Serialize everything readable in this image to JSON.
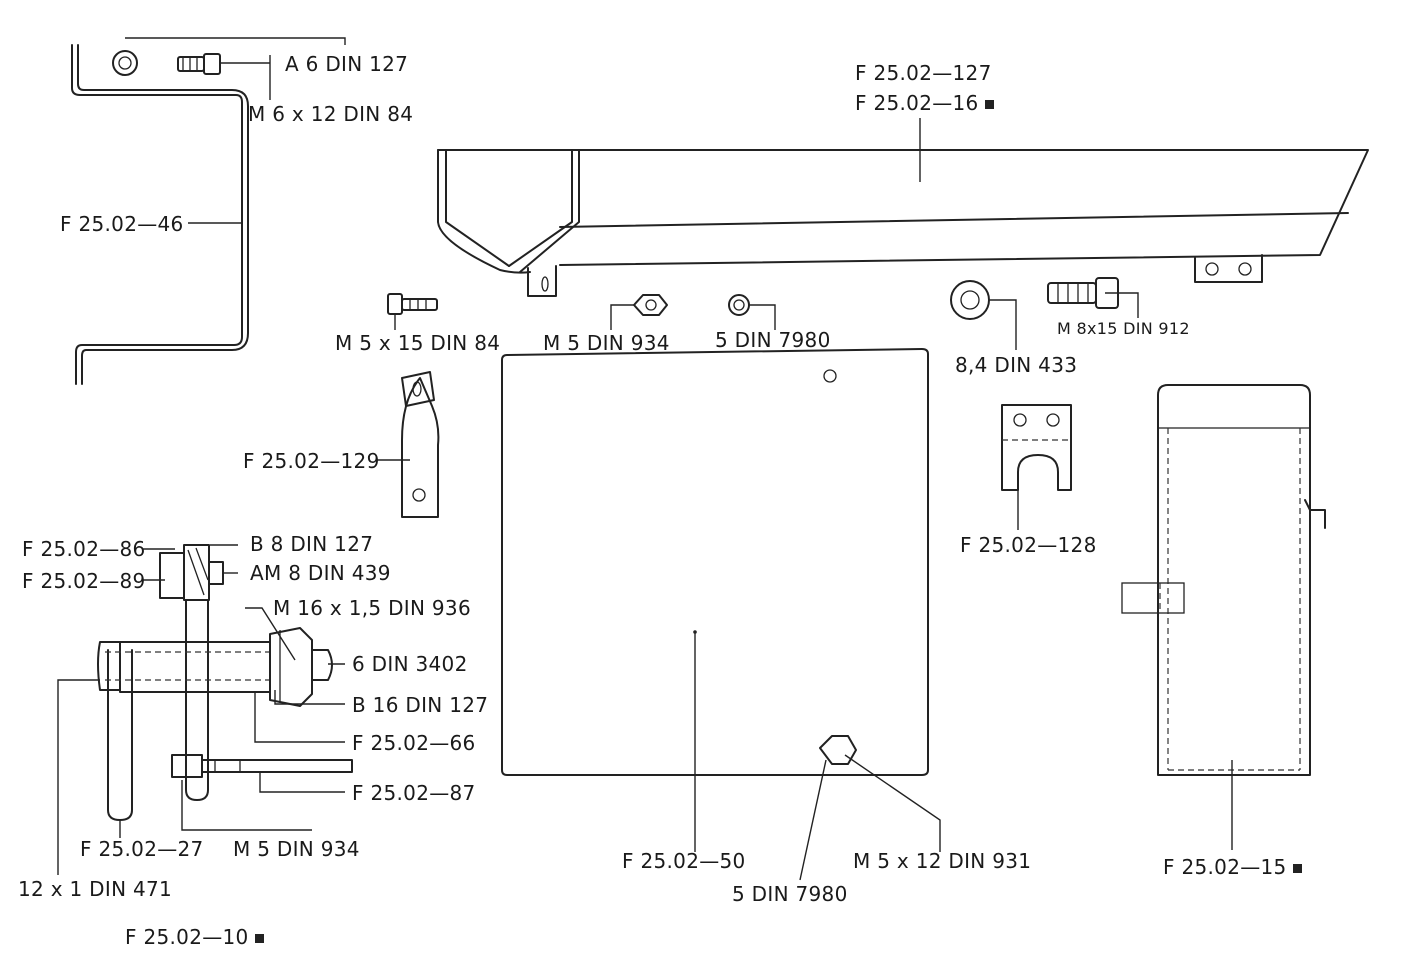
{
  "labels": {
    "a6_din127": "A 6  DIN 127",
    "m6x12_din84": "M 6 x 12  DIN 84",
    "f_46": "F 25.02—46",
    "f_127": "F 25.02—127",
    "f_16": "F 25.02—16",
    "m5x15_din84": "M 5 x 15  DIN 84",
    "m5_din934_top": "M 5  DIN 934",
    "five_din7980_top": "5  DIN 7980",
    "eight4_din433": "8,4  DIN 433",
    "m8x15_din912": "M 8x15 DIN 912",
    "f_129": "F 25.02—129",
    "f_128": "F 25.02—128",
    "f_86": "F 25.02—86",
    "b8_din127": "B 8  DIN 127",
    "f_89": "F 25.02—89",
    "am8_din439": "AM 8  DIN 439",
    "m16_din936": "M 16 x 1,5  DIN 936",
    "six_din3402": "6  DIN 3402",
    "b16_din127": "B 16  DIN 127",
    "f_66": "F 25.02—66",
    "f_87": "F 25.02—87",
    "f_27": "F 25.02—27",
    "m5_din934_bottom": "M 5  DIN 934",
    "twelve_din471": "12 x 1  DIN 471",
    "f_10": "F 25.02—10",
    "f_50": "F 25.02—50",
    "m5x12_din931": "M 5 x 12  DIN 931",
    "five_din7980_bottom": "5  DIN 7980",
    "f_15": "F 25.02—15"
  }
}
